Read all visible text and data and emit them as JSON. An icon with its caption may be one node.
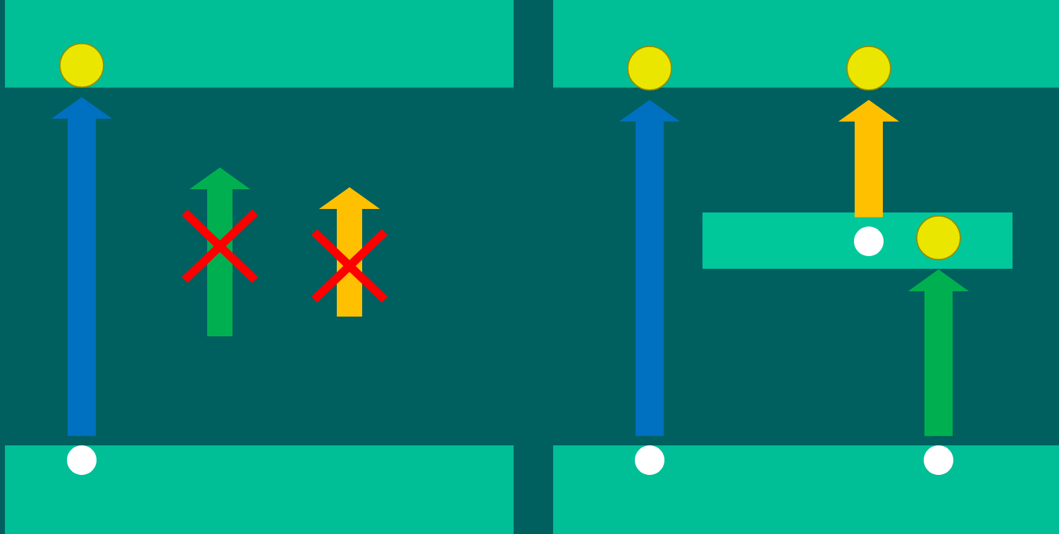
{
  "diagram": {
    "nodes": [
      {
        "text": [],
        "shape": "bar"
      },
      {
        "text": [],
        "shape": "bar"
      },
      {
        "text": [],
        "shape": "circle",
        "in": 0
      },
      {
        "text": [],
        "shape": "circle",
        "in": 1
      },
      {
        "text": [],
        "shape": "circle",
        "in": 1
      },
      {
        "text": [],
        "shape": "bar"
      },
      {
        "text": [],
        "shape": "circle",
        "in": 5
      },
      {
        "text": [],
        "shape": "circle",
        "in": 5
      },
      {
        "text": [],
        "shape": "bar"
      },
      {
        "text": [],
        "shape": "bar"
      },
      {
        "text": [],
        "shape": "circle",
        "in": 8
      },
      {
        "text": [],
        "shape": "circle",
        "in": 9
      },
      {
        "text": [],
        "shape": "circle",
        "in": 9
      }
    ],
    "edges": [
      {
        "from": 10,
        "to": 2,
        "arrow": "to"
      },
      {
        "from": 11,
        "to": 3,
        "arrow": "to"
      },
      {
        "from": 6,
        "to": 4,
        "arrow": "to",
        "color": "#ffc000"
      },
      {
        "from": 12,
        "to": 7,
        "arrow": "to",
        "color": "#00b050"
      }
    ]
  }
}
